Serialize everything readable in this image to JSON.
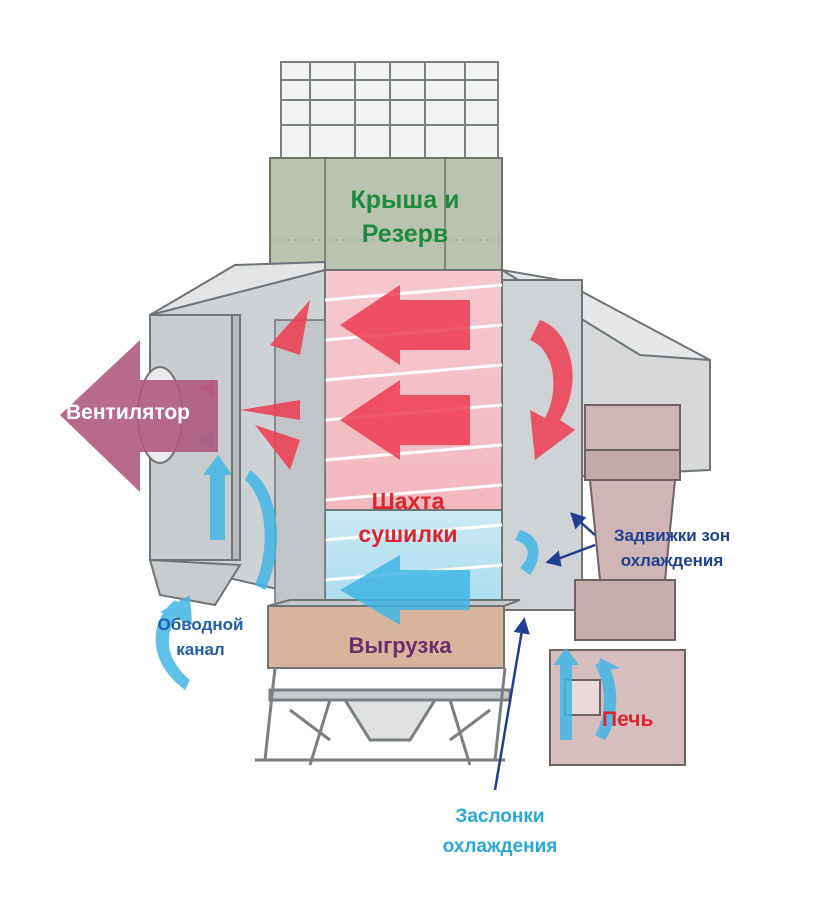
{
  "labels": {
    "roof": "Крыша и\nРезерв",
    "fan": "Вентилятор",
    "shaft": "Шахта\nсушилки",
    "unload": "Выгрузка",
    "bypass": "Обводной\nканал",
    "gates": "Задвижки зон\nохлаждения",
    "furnace": "Печь",
    "dampers": "Заслонки\nохлаждения"
  },
  "colors": {
    "roof_text": "#1e8a3c",
    "fan_text": "#ffffff",
    "fan_arrow": "#b05a7e",
    "shaft_text": "#e0242c",
    "unload_text": "#6b2d6b",
    "bypass_text": "#1f5fa8",
    "gates_text": "#1f3f8f",
    "furnace_text": "#e0242c",
    "dampers_text": "#29a8dc",
    "hot_arrow": "#ee3b52",
    "cold_arrow": "#41b6e6",
    "steel": "#cfd2d4",
    "roof_panel": "#b9c3b0",
    "unload_panel": "#d9b49d",
    "furnace_body": "#cfb5b5"
  }
}
